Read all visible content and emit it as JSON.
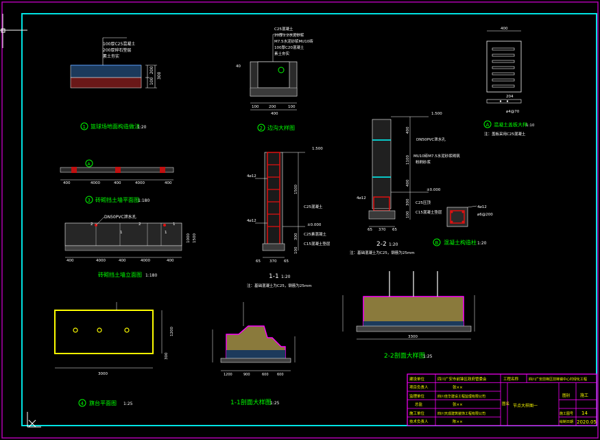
{
  "sheet": {
    "colors": {
      "background": "#000000",
      "frame": "#00e5e5",
      "outer_frame": "#b000b0",
      "line": "#ffffff",
      "yellow": "#ffff00",
      "red": "#e01010",
      "magenta": "#ff00ff",
      "green": "#00ff00",
      "concrete": "#8a7a3c",
      "brick": "#7a1818",
      "cyan": "#00ffff"
    }
  },
  "views": {
    "v1": {
      "number": "1",
      "title": "篮球场地面构造做法",
      "scale": "1:20",
      "layers": [
        "100厚C25混凝土",
        "200厚碎石垫层",
        "素土夯实"
      ],
      "dims": [
        "200",
        "100",
        "300"
      ]
    },
    "v2": {
      "number": "2",
      "title": "边沟大样图",
      "layers": [
        "C25混凝土",
        "20厚1:2水泥砂浆",
        "M7.5水泥砂浆MU10砖",
        "100厚C20混凝土",
        "素土夯实"
      ],
      "dims": [
        "100",
        "200",
        "100",
        "400"
      ],
      "side": "40"
    },
    "v3": {
      "number": "3",
      "title": "砖砌挡土墙平面图",
      "scale": "1:180",
      "dims": [
        "400",
        "4000",
        "400",
        "4000",
        "400"
      ],
      "tag": "A"
    },
    "v4": {
      "title": "砖砌挡土墙立面图",
      "scale": "1:180",
      "pipe": "DN50PVC泄水孔",
      "dims": [
        "400",
        "4000",
        "400",
        "4000",
        "400"
      ],
      "height": "1000",
      "height2": "1500",
      "markers": [
        "2",
        "1",
        "2",
        "1",
        "1"
      ]
    },
    "v5": {
      "number": "4",
      "title": "旗台平面图",
      "scale": "1:25",
      "width": "3000",
      "depth": "1200",
      "side": "300"
    },
    "v6": {
      "title": "1-1",
      "scale": "1:20",
      "note": "注：基础混凝土为C25，钢筋为25mm",
      "elev_top": "1.500",
      "elev_mid": "±0.000",
      "rebar": [
        "4⌀12",
        "4⌀12"
      ],
      "labels": [
        "C25混凝土",
        "C25素混凝土",
        "C15混凝土垫层"
      ],
      "dims": [
        "1500",
        "300",
        "100",
        "370"
      ],
      "base_dims": [
        "65",
        "370",
        "65"
      ]
    },
    "v7": {
      "title": "2-2",
      "scale": "1:20",
      "note": "注：基础混凝土为C25，钢筋为25mm",
      "elev_top": "1.500",
      "elev_mid": "±0.000",
      "labels": [
        "DN50PVC泄水孔",
        "MU10砖M7.5水泥砂浆砌筑",
        "C25压顶",
        "C15混凝土垫层",
        "粉刷砂浆"
      ],
      "rebar": [
        "4⌀12"
      ],
      "dims": [
        "400",
        "1100",
        "400",
        "300",
        "100"
      ],
      "base_dims": [
        "65",
        "370",
        "65"
      ]
    },
    "v8": {
      "letter": "A",
      "title": "混凝土盖板大样",
      "scale": "1:10",
      "note": "注：盖板采用C25混凝土",
      "dims": [
        "400"
      ],
      "side": "204",
      "rebar": "⌀4@70"
    },
    "v9": {
      "letter": "B",
      "title": "混凝土构造柱",
      "scale": "1:20",
      "rebar": [
        "4⌀12",
        "⌀6@200"
      ]
    },
    "v10": {
      "title": "1-1剖面大样图",
      "scale": "1:25",
      "dims": [
        "1200",
        "900",
        "600",
        "600"
      ]
    },
    "v11": {
      "title": "2-2剖面大样图",
      "scale": "1:25",
      "dims": [
        "3300"
      ]
    }
  },
  "title_block": {
    "rows": [
      [
        "建设单位",
        "四川广安市前锋区政府管委会",
        "工程名称",
        "四川广安前锋区前锋镇中心村绿化工程"
      ],
      [
        "项目负责人",
        "张××"
      ],
      [
        "监理单位",
        "四川佳华建设工程监理有限公司"
      ],
      [
        "总监",
        "张××"
      ],
      [
        "施工单位",
        "四川天成建筑装饰工程有限公司"
      ],
      [
        "技术负责人",
        "陈××"
      ]
    ],
    "drawing_title": "节点大样图一",
    "sheet_label": "图名",
    "sheet_no_label": "图别",
    "sheet_no_value": "施工",
    "page_label": "施工图号",
    "page_value": "14",
    "date_label": "绘制日期",
    "date_value": "2020.05"
  }
}
